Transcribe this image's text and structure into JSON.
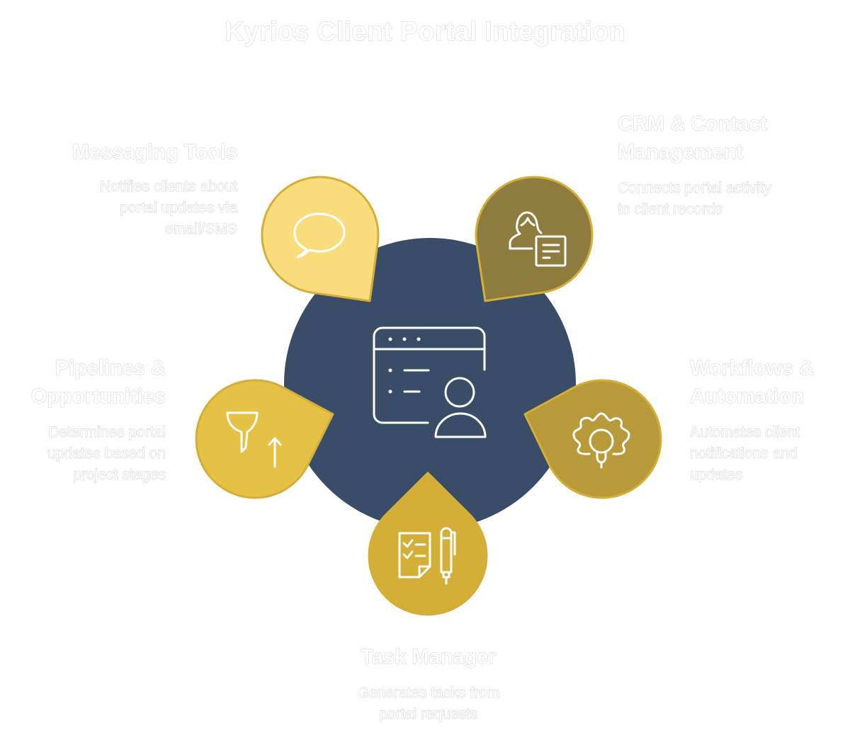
{
  "title": "Kyrios Client Portal Integration",
  "colors": {
    "hub": "#3A4D68",
    "border": "#D4AF37",
    "icon_stroke": "#FFFFFF",
    "messaging": "#F9DC7C",
    "crm": "#8E7B3E",
    "pipelines": "#E5C146",
    "workflows": "#B89A3A",
    "task": "#D4AF37"
  },
  "hub": {
    "icon": "portal-user-icon"
  },
  "nodes": {
    "messaging": {
      "title": "Messaging Tools",
      "description_lines": [
        "Notifies clients about",
        "portal updates via",
        "email/SMS"
      ],
      "icon": "speech-bubble-icon"
    },
    "crm": {
      "title_lines": [
        "CRM & Contact",
        "Management"
      ],
      "description_lines": [
        "Connects portal activity",
        "to client records"
      ],
      "icon": "contact-record-icon"
    },
    "pipelines": {
      "title_lines": [
        "Pipelines &",
        "Opportunities"
      ],
      "description_lines": [
        "Determines portal",
        "updates based on",
        "project stages"
      ],
      "icon": "funnel-up-icon"
    },
    "workflows": {
      "title_lines": [
        "Workflows &",
        "Automation"
      ],
      "description_lines": [
        "Automates client",
        "notifications and",
        "updates"
      ],
      "icon": "gear-bulb-icon"
    },
    "task": {
      "title": "Task Manager",
      "description_lines": [
        "Generates tasks from",
        "portal requests"
      ],
      "icon": "checklist-pen-icon"
    }
  }
}
